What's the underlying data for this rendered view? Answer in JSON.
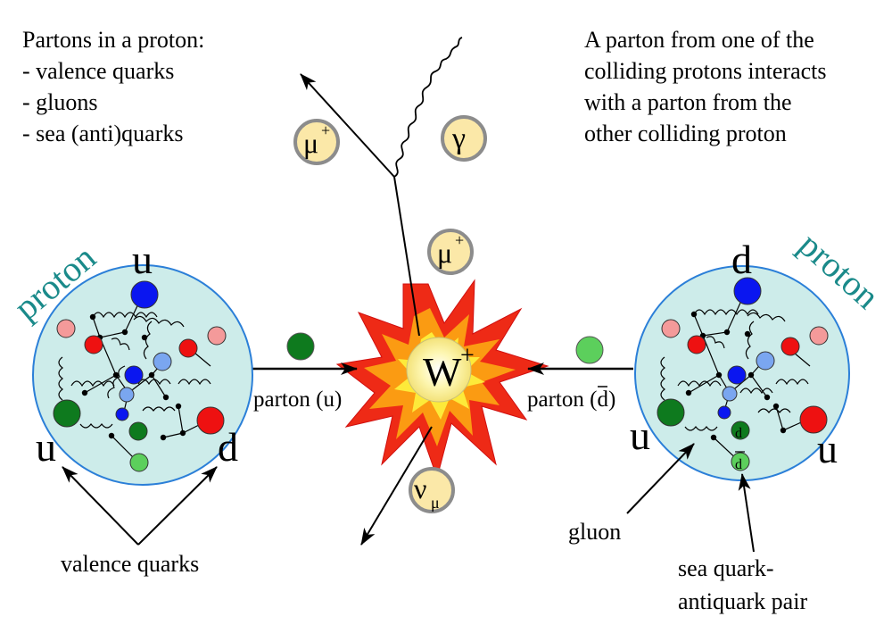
{
  "info_left": {
    "title": "Partons in a proton:",
    "items": [
      "- valence quarks",
      "- gluons",
      "- sea (anti)quarks"
    ]
  },
  "info_right": {
    "lines": [
      "A parton from one of the",
      "colliding protons interacts",
      "with a parton from the",
      "other colliding proton"
    ]
  },
  "left_proton": {
    "label": "proton",
    "quark_top": "u",
    "quark_left": "u",
    "quark_right": "d"
  },
  "right_proton": {
    "label": "proton",
    "quark_top": "d",
    "quark_left": "u",
    "quark_right": "u",
    "sea_quark": "d",
    "sea_antiquark": "d"
  },
  "parton_left": {
    "label": "parton (u)"
  },
  "parton_right": {
    "label": "parton (d)",
    "label_prefix": "parton (",
    "label_letter": "d",
    "label_suffix": ")"
  },
  "boson": {
    "base": "W",
    "charge": "+"
  },
  "particles": {
    "muon_top": {
      "base": "μ",
      "sup": "+"
    },
    "muon_mid": {
      "base": "μ",
      "sup": "+"
    },
    "photon": {
      "base": "γ"
    },
    "neutrino": {
      "base": "ν",
      "sub": "μ"
    }
  },
  "annotations": {
    "valence": "valence quarks",
    "gluon": "gluon",
    "sea_line1": "sea quark-",
    "sea_line2": "antiquark pair"
  },
  "colors": {
    "proton_fill": "#cdecea",
    "proton_stroke": "#2b7fd8",
    "proton_label": "#1a8a8a",
    "blue_quark": "#0a16f0",
    "light_blue_quark": "#7aa6f0",
    "red_quark": "#ee1111",
    "pink_quark": "#f49a9a",
    "green_quark": "#0e7a1e",
    "light_green_quark": "#5ccf5c",
    "particle_fill": "#fbe8a8",
    "particle_stroke": "#8c8c8c"
  }
}
